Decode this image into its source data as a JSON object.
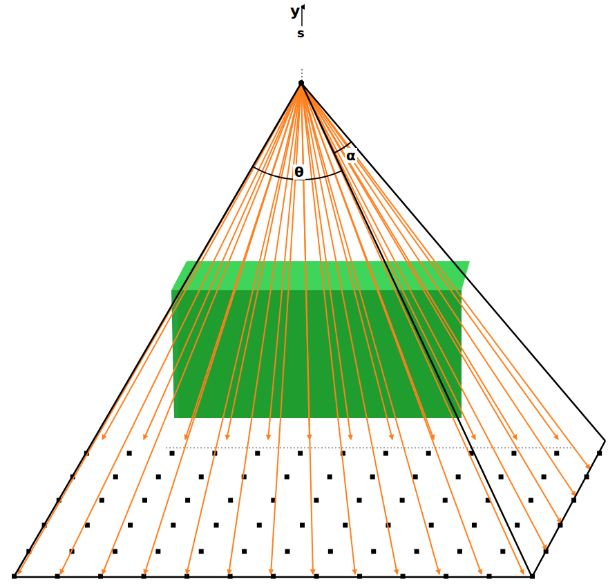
{
  "diagram": {
    "labels": [
      "y",
      "s",
      "θ",
      "α"
    ]
  }
}
